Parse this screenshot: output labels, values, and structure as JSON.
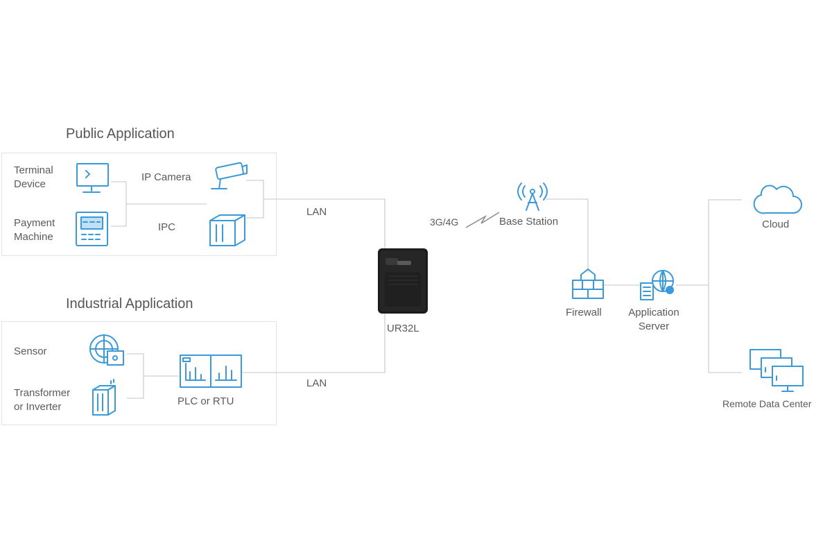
{
  "groups": {
    "public": {
      "title": "Public Application",
      "terminal": "Terminal\nDevice",
      "payment": "Payment\nMachine",
      "ipcamera": "IP Camera",
      "ipc": "IPC"
    },
    "industrial": {
      "title": "Industrial Application",
      "sensor": "Sensor",
      "transformer": "Transformer\nor Inverter",
      "plc": "PLC or RTU"
    }
  },
  "links": {
    "lan_top": "LAN",
    "lan_bottom": "LAN",
    "cellular": "3G/4G"
  },
  "router": {
    "model": "UR32L"
  },
  "network": {
    "base_station": "Base Station",
    "firewall": "Firewall",
    "app_server": "Application\nServer",
    "cloud": "Cloud",
    "remote_dc": "Remote Data Center"
  },
  "colors": {
    "icon_blue": "#3a9ad9",
    "line_gray": "#cfcfcf",
    "device_black": "#1c1c1c"
  }
}
